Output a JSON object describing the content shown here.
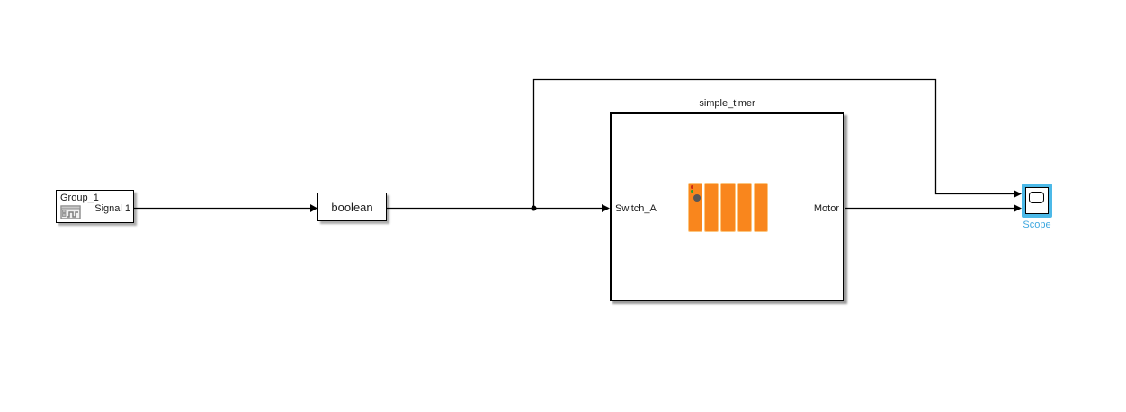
{
  "app": {
    "view": "block-diagram-canvas"
  },
  "colors": {
    "canvas_bg": "#ffffff",
    "wire": "#000000",
    "block_border": "#000000",
    "block_bg": "#ffffff",
    "plc_orange": "#f9861d",
    "plc_orange_light": "#fcc57e",
    "selection_blue": "#4cb9e8",
    "scope_label_blue": "#3fa8df",
    "led_red": "#cc2b14",
    "led_green": "#2e9e30",
    "knob_gray": "#575757"
  },
  "blocks": {
    "signal_group": {
      "title": "Group_1",
      "signal_label": "Signal 1"
    },
    "boolean": {
      "label": "boolean"
    },
    "simple_timer": {
      "title": "simple_timer",
      "input_port": "Switch_A",
      "output_port": "Motor"
    },
    "scope": {
      "label": "Scope"
    }
  }
}
